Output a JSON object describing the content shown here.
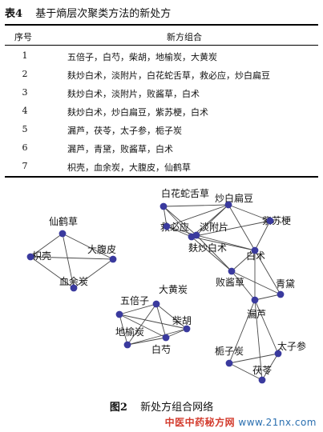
{
  "table": {
    "caption_number": "表4",
    "caption_title": "基于熵层次聚类方法的新处方",
    "headers": {
      "index": "序号",
      "prescription": "新方组合"
    },
    "rows": [
      {
        "index": "1",
        "prescription": "五倍子，白芍，柴胡，地榆炭，大黄炭"
      },
      {
        "index": "2",
        "prescription": "麸炒白术，淡附片，白花蛇舌草，救必应，炒白扁豆"
      },
      {
        "index": "3",
        "prescription": "麸炒白术，淡附片，败酱草，白术"
      },
      {
        "index": "4",
        "prescription": "麸炒白术，炒白扁豆，紫苏梗，白术"
      },
      {
        "index": "5",
        "prescription": "漏芦，茯苓，太子参，栀子炭"
      },
      {
        "index": "6",
        "prescription": "漏芦，青黛，败酱草，白术"
      },
      {
        "index": "7",
        "prescription": "枳壳，血余炭，大腹皮，仙鹤草"
      }
    ]
  },
  "figure": {
    "caption_number": "图2",
    "caption_title": "新处方组合网络",
    "node_color": "#3a3a9e",
    "nodes": [
      {
        "id": "xianhecao",
        "label": "仙鹤草"
      },
      {
        "id": "dafupi",
        "label": "大腹皮"
      },
      {
        "id": "zhiqiao",
        "label": "枳壳"
      },
      {
        "id": "xueyutan",
        "label": "血余炭"
      },
      {
        "id": "baihuashe",
        "label": "白花蛇舌草"
      },
      {
        "id": "chaobaibiandou",
        "label": "炒白扁豆"
      },
      {
        "id": "jiubiying",
        "label": "救必应"
      },
      {
        "id": "zisugeng",
        "label": "紫苏梗"
      },
      {
        "id": "danfupian",
        "label": "淡附片"
      },
      {
        "id": "fuchaobaizhu",
        "label": "麸炒白术"
      },
      {
        "id": "baizhu",
        "label": "白术"
      },
      {
        "id": "baijiangcao",
        "label": "败酱草"
      },
      {
        "id": "qingdai",
        "label": "青黛"
      },
      {
        "id": "dahuangtan",
        "label": "大黄炭"
      },
      {
        "id": "wubeizi",
        "label": "五倍子"
      },
      {
        "id": "chaihu",
        "label": "柴胡"
      },
      {
        "id": "diyutan",
        "label": "地榆炭"
      },
      {
        "id": "baishao",
        "label": "白芍"
      },
      {
        "id": "loulu",
        "label": "漏芦"
      },
      {
        "id": "zhizitan",
        "label": "栀子炭"
      },
      {
        "id": "taizishen",
        "label": "太子参"
      },
      {
        "id": "fuling",
        "label": "茯苓"
      }
    ]
  },
  "watermark": {
    "site_name": "中医中药秘方网",
    "domain": "www.21nx.com"
  }
}
